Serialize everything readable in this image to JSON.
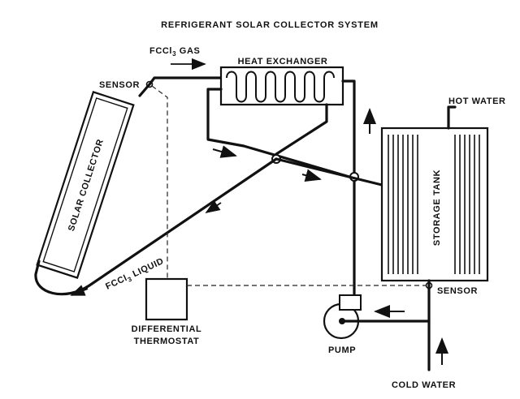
{
  "title": "REFRIGERANT SOLAR COLLECTOR SYSTEM",
  "labels": {
    "gas": "FCCl",
    "gas_sub": "3",
    "gas_suffix": " GAS",
    "liquid": "FCCl",
    "liquid_sub": "3",
    "liquid_suffix": " LIQUID",
    "sensor_top": "SENSOR",
    "sensor_bottom": "SENSOR",
    "heat_exchanger": "HEAT EXCHANGER",
    "hot_water": "HOT WATER",
    "storage_tank": "STORAGE TANK",
    "solar_collector": "SOLAR COLLECTOR",
    "diff_thermostat_line1": "DIFFERENTIAL",
    "diff_thermostat_line2": "THERMOSTAT",
    "pump": "PUMP",
    "cold_water": "COLD WATER"
  }
}
